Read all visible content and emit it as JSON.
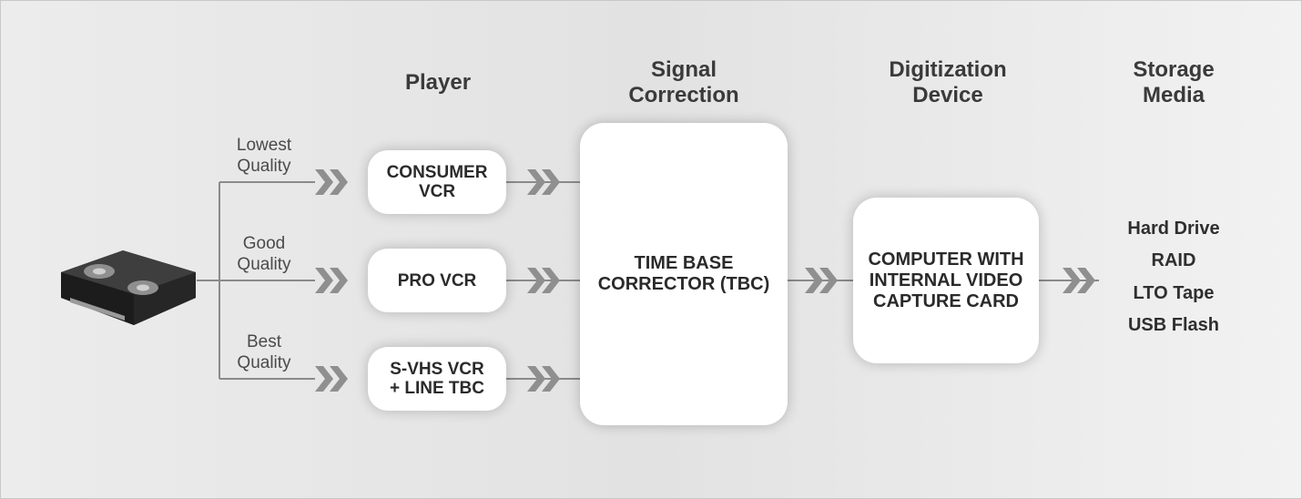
{
  "headers": {
    "player": "Player",
    "signal_correction": "Signal\nCorrection",
    "digitization_device": "Digitization\nDevice",
    "storage_media": "Storage\nMedia"
  },
  "quality_labels": {
    "lowest": "Lowest\nQuality",
    "good": "Good\nQuality",
    "best": "Best\nQuality"
  },
  "players": {
    "consumer": "CONSUMER\nVCR",
    "pro": "PRO VCR",
    "svhs": "S-VHS VCR\n+ LINE TBC"
  },
  "tbc": "TIME BASE\nCORRECTOR (TBC)",
  "computer": "COMPUTER WITH\nINTERNAL VIDEO\nCAPTURE CARD",
  "storage_items": [
    "Hard Drive",
    "RAID",
    "LTO Tape",
    "USB Flash"
  ],
  "colors": {
    "connector": "#8a8a8a",
    "chevron": "#8f8f8f",
    "box": "#ffffff"
  },
  "icons": {
    "source": "videotape-icon",
    "arrow": "double-chevron-icon"
  }
}
